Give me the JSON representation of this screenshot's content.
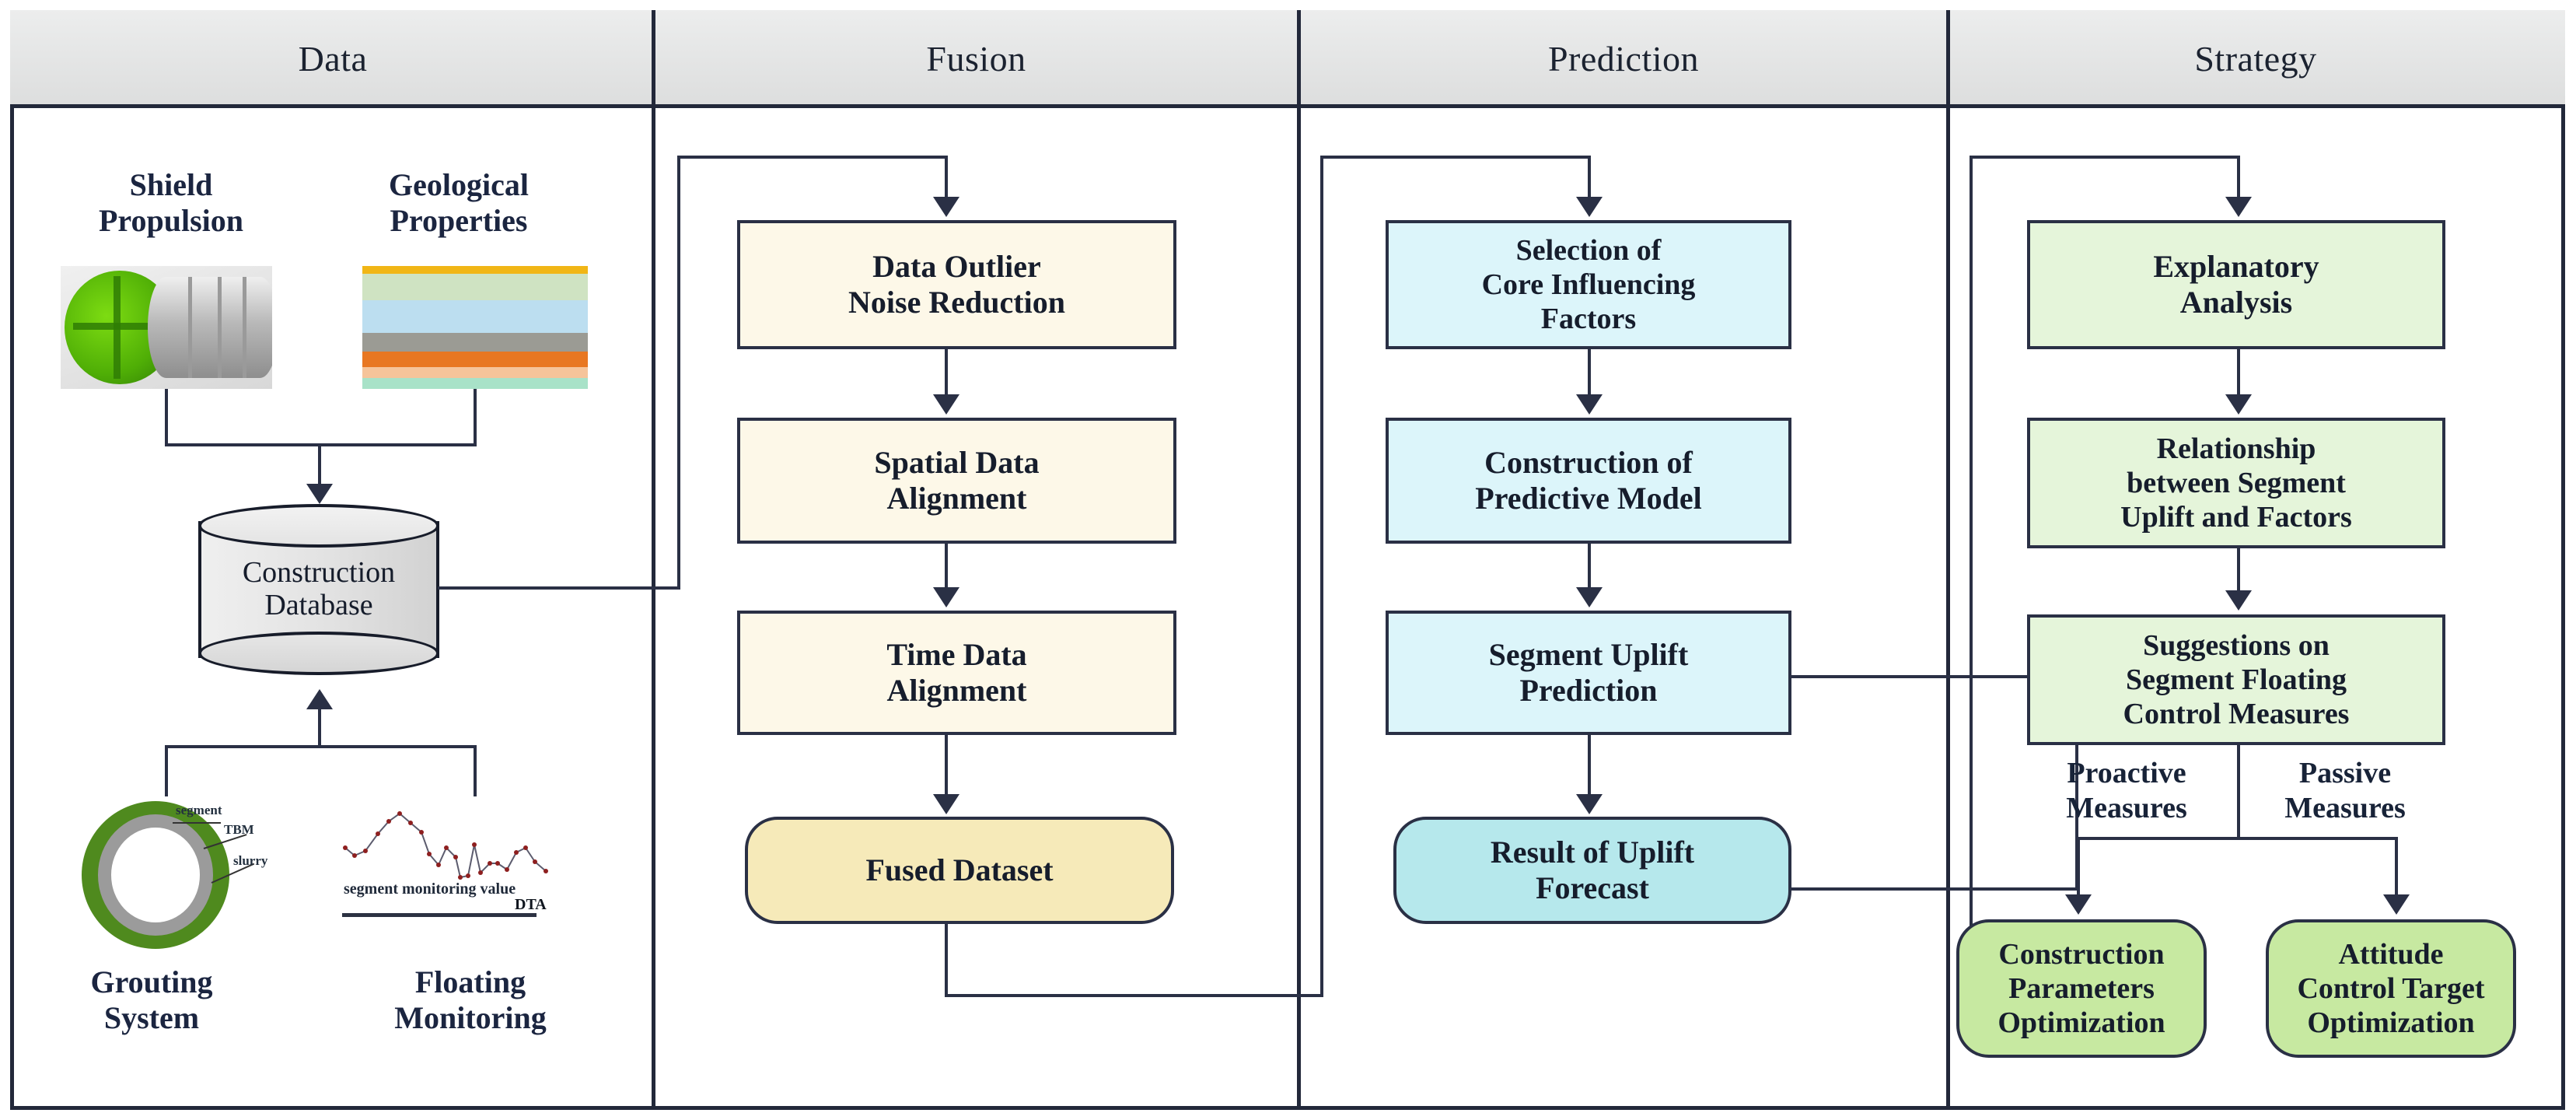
{
  "columns": [
    {
      "key": "data",
      "title": "Data"
    },
    {
      "key": "fusion",
      "title": "Fusion"
    },
    {
      "key": "prediction",
      "title": "Prediction"
    },
    {
      "key": "strategy",
      "title": "Strategy"
    }
  ],
  "data_column": {
    "sources": [
      {
        "caption": "Shield\nPropulsion",
        "icon": "tbm-machine-image"
      },
      {
        "caption": "Geological\nProperties",
        "icon": "geological-strata-image"
      },
      {
        "caption": "Grouting\nSystem",
        "icon": "grouting-ring-diagram"
      },
      {
        "caption": "Floating\nMonitoring",
        "icon": "monitoring-line-chart"
      }
    ],
    "database": {
      "line1": "Construction",
      "line2": "Database"
    },
    "grouting_labels": [
      "segment",
      "TBM",
      "slurry"
    ],
    "monitoring_labels": {
      "series": "segment monitoring value",
      "axis": "DTA"
    }
  },
  "fusion_column": {
    "steps": [
      {
        "label": "Data Outlier\nNoise Reduction",
        "shape": "rect"
      },
      {
        "label": "Spatial Data\nAlignment",
        "shape": "rect"
      },
      {
        "label": "Time Data\nAlignment",
        "shape": "rect"
      },
      {
        "label": "Fused Dataset",
        "shape": "rounded"
      }
    ]
  },
  "prediction_column": {
    "steps": [
      {
        "label": "Selection of\nCore Influencing\nFactors",
        "shape": "rect"
      },
      {
        "label": "Construction of\nPredictive Model",
        "shape": "rect"
      },
      {
        "label": "Segment Uplift\nPrediction",
        "shape": "rect"
      },
      {
        "label": "Result of Uplift\nForecast",
        "shape": "rounded"
      }
    ]
  },
  "strategy_column": {
    "steps": [
      {
        "label": "Explanatory\nAnalysis",
        "shape": "rect"
      },
      {
        "label": "Relationship\nbetween Segment\nUplift and Factors",
        "shape": "rect"
      },
      {
        "label": "Suggestions on\nSegment Floating\nControl Measures",
        "shape": "rect"
      }
    ],
    "branch_labels": [
      "Proactive\nMeasures",
      "Passive\nMeasures"
    ],
    "outcomes": [
      {
        "label": "Construction\nParameters\nOptimization",
        "shape": "rounded"
      },
      {
        "label": "Attitude\nControl Target\nOptimization",
        "shape": "rounded"
      }
    ]
  },
  "colors": {
    "border": "#2a3045",
    "header_bg": "#e4e5e5",
    "fusion_fill": "#fdf8e8",
    "fusion_fill_rounded": "#f6eab9",
    "prediction_fill": "#dcf5fa",
    "prediction_fill_rounded": "#b6e8ec",
    "strategy_fill": "#e5f5da",
    "strategy_fill_rounded": "#c7e9a1",
    "database_fill": "#e6e6e6"
  }
}
